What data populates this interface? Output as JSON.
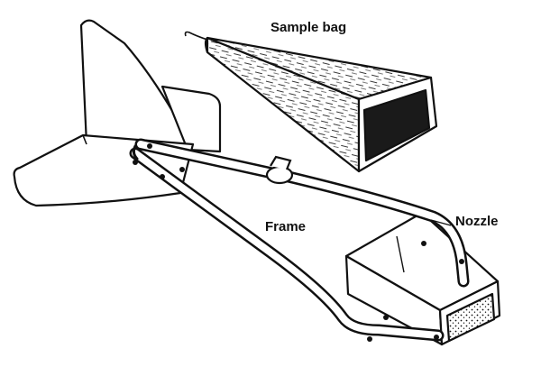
{
  "labels": {
    "sample_bag": "Sample bag",
    "frame": "Frame",
    "nozzle": "Nozzle"
  },
  "colors": {
    "ink": "#111111",
    "paper": "#ffffff"
  }
}
